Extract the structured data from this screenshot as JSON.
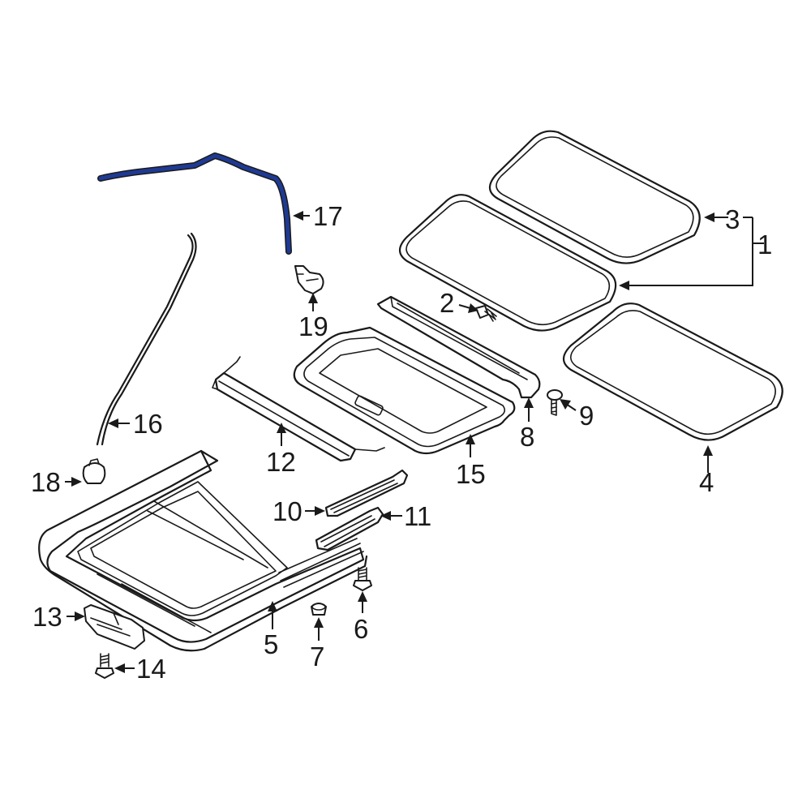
{
  "colors": {
    "line": "#1a1a1a",
    "highlight": "#1f3a93",
    "background": "#ffffff"
  },
  "callouts": {
    "c1": "1",
    "c2": "2",
    "c3": "3",
    "c4": "4",
    "c5": "5",
    "c6": "6",
    "c7": "7",
    "c8": "8",
    "c9": "9",
    "c10": "10",
    "c11": "11",
    "c12": "12",
    "c13": "13",
    "c14": "14",
    "c15": "15",
    "c16": "16",
    "c17": "17",
    "c18": "18",
    "c19": "19"
  }
}
